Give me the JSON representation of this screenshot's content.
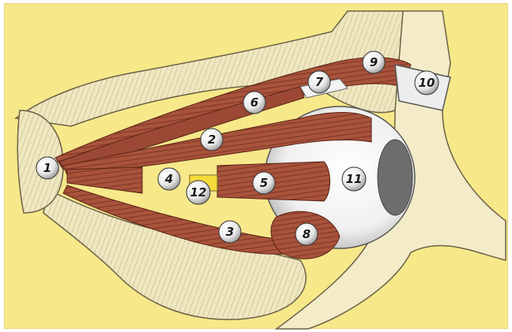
{
  "diagram": {
    "background_color": "#f7e88a",
    "muscle_color": "#a8533b",
    "bone_color": "#efe7bf",
    "eyeball_color": "#f8f8f8",
    "labels": [
      {
        "id": "1",
        "text": "1"
      },
      {
        "id": "2",
        "text": "2"
      },
      {
        "id": "3",
        "text": "3"
      },
      {
        "id": "4",
        "text": "4"
      },
      {
        "id": "5",
        "text": "5"
      },
      {
        "id": "6",
        "text": "6"
      },
      {
        "id": "7",
        "text": "7"
      },
      {
        "id": "8",
        "text": "8"
      },
      {
        "id": "9",
        "text": "9"
      },
      {
        "id": "10",
        "text": "10"
      },
      {
        "id": "11",
        "text": "11"
      },
      {
        "id": "12",
        "text": "12"
      }
    ]
  }
}
